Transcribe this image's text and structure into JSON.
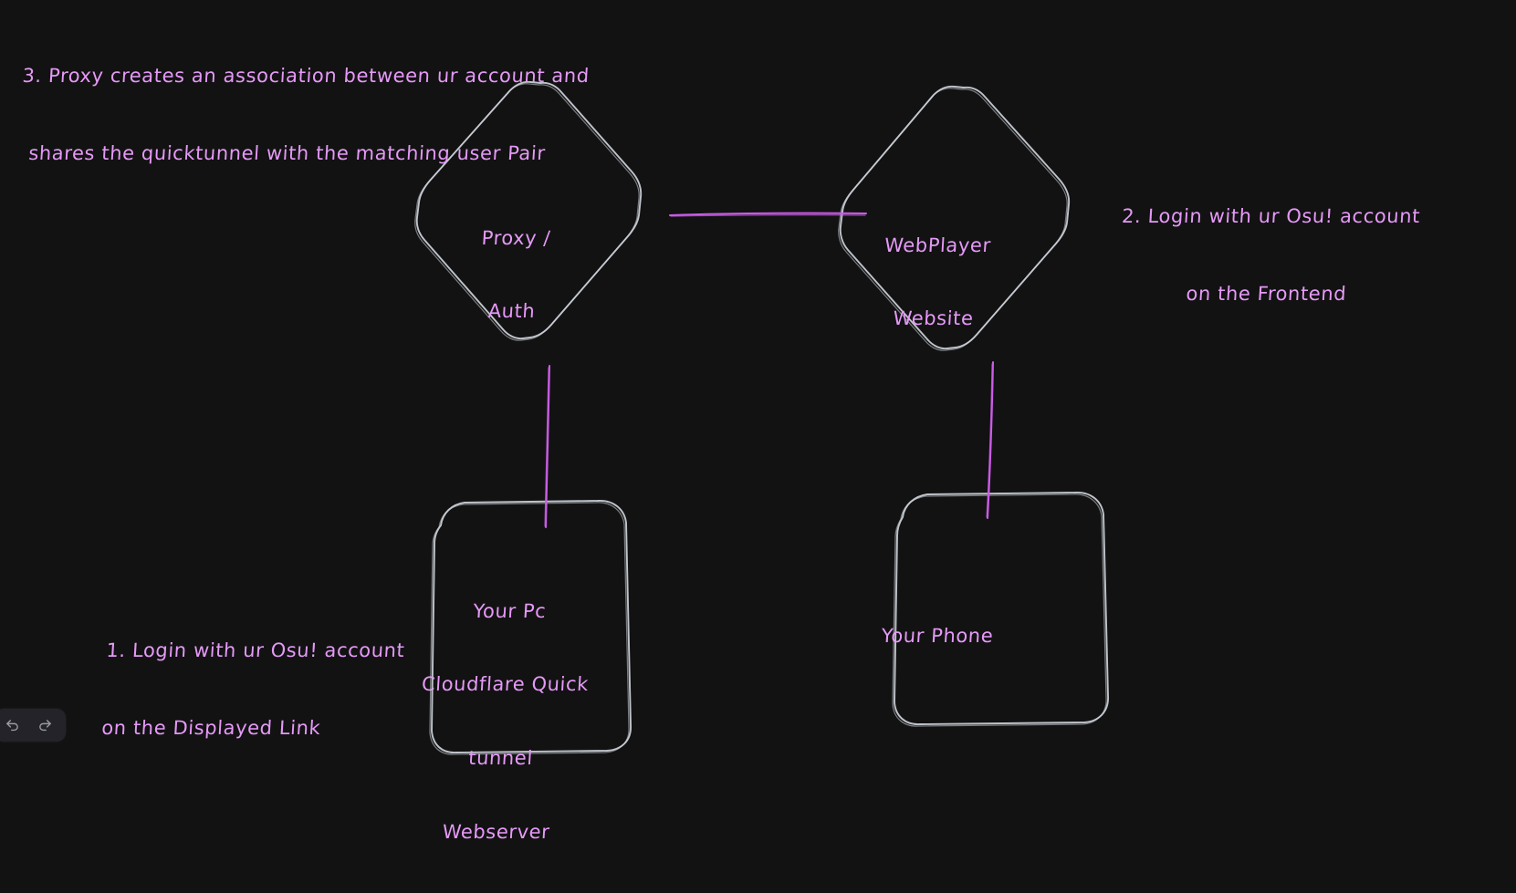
{
  "canvas": {
    "background_color": "#121212",
    "stroke_color": "#ced4da",
    "text_color": "#e599f7",
    "connector_color": "#cc5de8"
  },
  "notes": {
    "step1": {
      "line1": "1. Login with ur Osu! account",
      "line2": "on the Displayed Link"
    },
    "step2": {
      "line1": "2. Login with ur Osu! account",
      "line2": "on the Frontend"
    },
    "step3": {
      "line1": "3. Proxy creates an association between ur account and",
      "line2": "shares the quicktunnel with the matching user Pair"
    }
  },
  "nodes": {
    "proxy_auth": {
      "shape": "diamond",
      "line1": "Proxy /",
      "line2": "Auth"
    },
    "webplayer": {
      "shape": "diamond",
      "line1": "WebPlayer",
      "line2": "Website"
    },
    "your_pc": {
      "shape": "rounded-rectangle",
      "line1": "Your Pc",
      "line2": "Cloudflare Quick",
      "line3": "tunnel",
      "line4": "Webserver"
    },
    "your_phone": {
      "shape": "rounded-rectangle",
      "line1": "Your Phone"
    }
  },
  "toolbar": {
    "undo_label": "undo-icon",
    "redo_label": "redo-icon"
  }
}
